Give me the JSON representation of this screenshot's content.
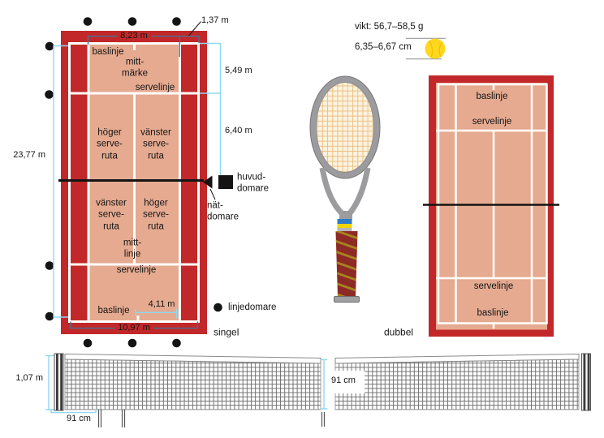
{
  "singles": {
    "caption": "singel",
    "baseline_top": "baslinje",
    "center_mark": "mitt-\nmärke",
    "serviceline_top": "servelinje",
    "box_top_left": "höger\nserve-\nruta",
    "box_top_right": "vänster\nserve-\nruta",
    "box_bottom_left": "vänster\nserve-\nruta",
    "box_bottom_right": "höger\nserve-\nruta",
    "centerline": "mitt-\nlinje",
    "serviceline_bottom": "servelinje",
    "baseline_bottom": "baslinje",
    "dim_alley_width": "1,37 m",
    "dim_singles_width": "8,23 m",
    "dim_baseline_to_service": "5,49 m",
    "dim_service_to_net": "6,40 m",
    "dim_court_length": "23,77 m",
    "dim_half_width": "4,11 m",
    "dim_doubles_width": "10,97 m"
  },
  "doubles": {
    "caption": "dubbel",
    "baseline_top": "baslinje",
    "serviceline_top": "servelinje",
    "serviceline_bottom": "servelinje",
    "baseline_bottom": "baslinje"
  },
  "officials": {
    "head_umpire": "huvud-\ndomare",
    "net_judge": "nät-\ndomare",
    "line_judge": "linjedomare"
  },
  "ball": {
    "weight": "vikt: 56,7–58,5 g",
    "diameter": "6,35–6,67 cm"
  },
  "net": {
    "post_height": "1,07 m",
    "stick_offset": "91 cm",
    "center_height": "91 cm"
  },
  "colors": {
    "court_red": "#c22829",
    "court_clay": "#e5aa90",
    "line_white": "#ffffff",
    "dim_cyan": "#8fd8f0",
    "dim_blue": "#4a6f94",
    "net_black": "#141414",
    "ball_yellow": "#ffd71f"
  }
}
